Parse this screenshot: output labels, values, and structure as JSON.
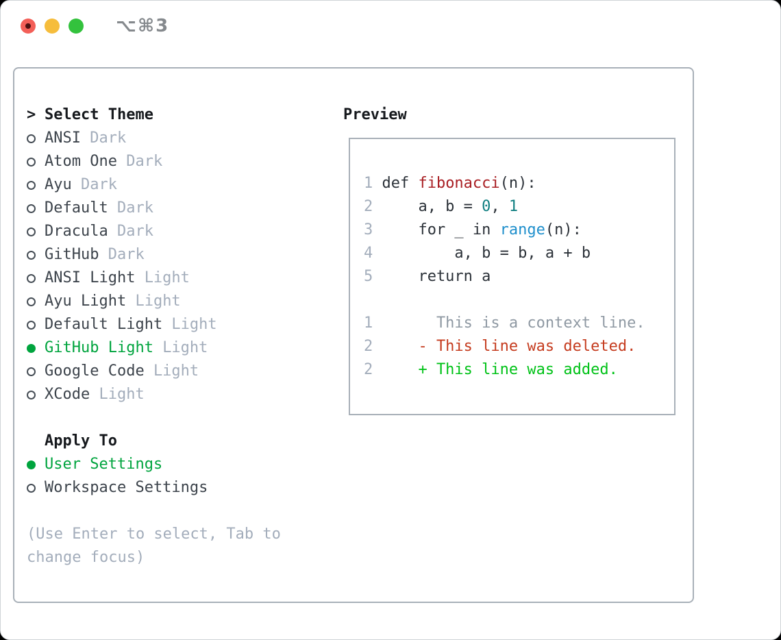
{
  "window": {
    "title": "⌥⌘3"
  },
  "theme_list": {
    "header_prefix": ">",
    "header": "Select Theme",
    "items": [
      {
        "name": "ANSI",
        "variant": "Dark",
        "selected": false
      },
      {
        "name": "Atom One",
        "variant": "Dark",
        "selected": false
      },
      {
        "name": "Ayu",
        "variant": "Dark",
        "selected": false
      },
      {
        "name": "Default",
        "variant": "Dark",
        "selected": false
      },
      {
        "name": "Dracula",
        "variant": "Dark",
        "selected": false
      },
      {
        "name": "GitHub",
        "variant": "Dark",
        "selected": false
      },
      {
        "name": "ANSI Light",
        "variant": "Light",
        "selected": false
      },
      {
        "name": "Ayu Light",
        "variant": "Light",
        "selected": false
      },
      {
        "name": "Default Light",
        "variant": "Light",
        "selected": false
      },
      {
        "name": "GitHub Light",
        "variant": "Light",
        "selected": true
      },
      {
        "name": "Google Code",
        "variant": "Light",
        "selected": false
      },
      {
        "name": "XCode",
        "variant": "Light",
        "selected": false
      }
    ]
  },
  "apply_to": {
    "header": "Apply To",
    "options": [
      {
        "label": "User Settings",
        "selected": true
      },
      {
        "label": "Workspace Settings",
        "selected": false
      }
    ]
  },
  "hint": {
    "line1": "(Use Enter to select, Tab to",
    "line2": "change focus)"
  },
  "preview": {
    "title": "Preview",
    "code_lines": [
      {
        "num": "1",
        "tokens": [
          {
            "t": "def ",
            "c": "code_default"
          },
          {
            "t": "fibonacci",
            "c": "function_red"
          },
          {
            "t": "(n):",
            "c": "code_default"
          }
        ]
      },
      {
        "num": "2",
        "tokens": [
          {
            "t": "    a, b = ",
            "c": "code_default"
          },
          {
            "t": "0",
            "c": "number_teal"
          },
          {
            "t": ", ",
            "c": "code_default"
          },
          {
            "t": "1",
            "c": "number_teal"
          }
        ]
      },
      {
        "num": "3",
        "tokens": [
          {
            "t": "    for _ in ",
            "c": "code_default"
          },
          {
            "t": "range",
            "c": "builtin_blue"
          },
          {
            "t": "(n):",
            "c": "code_default"
          }
        ]
      },
      {
        "num": "4",
        "tokens": [
          {
            "t": "        a, b = b, a + b",
            "c": "code_default"
          }
        ]
      },
      {
        "num": "5",
        "tokens": [
          {
            "t": "    return a",
            "c": "code_default"
          }
        ]
      },
      {
        "num": "",
        "tokens": []
      },
      {
        "num": "1",
        "tokens": [
          {
            "t": "      This is a context line.",
            "c": "context_gray"
          }
        ]
      },
      {
        "num": "2",
        "tokens": [
          {
            "t": "    - This line was deleted.",
            "c": "deleted_red"
          }
        ]
      },
      {
        "num": "2",
        "tokens": [
          {
            "t": "    + This line was added.",
            "c": "added_green"
          }
        ]
      }
    ]
  },
  "colors": {
    "accent_green": "#00a43e",
    "added_green": "#00c217",
    "deleted_red": "#c53b1e",
    "context_gray": "#8f99a3",
    "function_red": "#a81d22",
    "number_teal": "#0e7e80",
    "builtin_blue": "#1e8fcc",
    "code_default": "#2b3138",
    "muted": "#a3adbb",
    "text_dark": "#3c434b",
    "heading": "#16191d",
    "border": "#a8b0b8",
    "traffic_red": "#f35f58",
    "traffic_yellow": "#f6bd3c",
    "traffic_green": "#33c23d"
  }
}
